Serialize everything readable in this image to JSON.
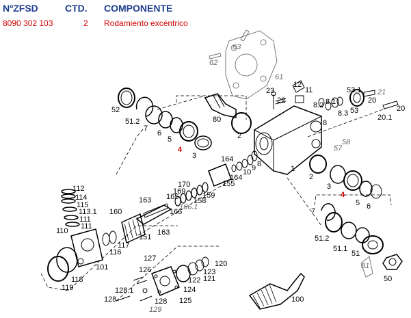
{
  "header": {
    "col_part": "NºZFSD",
    "col_qty": "CTD.",
    "col_name": "COMPONENTE"
  },
  "row": {
    "part": "8090 302 103",
    "qty": "2",
    "name": "Rodamiento excéntrico"
  },
  "callouts": {
    "c52": "52",
    "c51_2a": "51.2",
    "c7a": "7",
    "c6a": "6",
    "c5a": "5",
    "c4a": "4",
    "c3a": "3",
    "c80": "80",
    "c2a": "2",
    "c62": "62",
    "c63": "63",
    "c61": "61",
    "c23": "23",
    "c22": "22",
    "c12": "12",
    "c11": "11",
    "c53_1": "53.1",
    "c21": "21",
    "c8_2": "8.2",
    "c8_1": "8.1",
    "c8_3": "8.3",
    "c53": "53",
    "c20a": "20",
    "c20b": "20",
    "c20_1": "20.1",
    "c8a": "8",
    "c57": "57",
    "c58": "58",
    "c1": "1",
    "c164a": "164",
    "c8b": "8",
    "c9": "9",
    "c10": "10",
    "c164b": "164",
    "c155": "155",
    "c112": "112",
    "c114": "114",
    "c115": "115",
    "c113_1": "113.1",
    "c111a": "111",
    "c111b": "111",
    "c170": "170",
    "c169": "169",
    "c165": "165",
    "c159": "159",
    "c158": "158",
    "c166_1": "166.1",
    "c163a": "163",
    "c160": "160",
    "c166": "166",
    "c151": "151",
    "c163b": "163",
    "c110": "110",
    "c117": "117",
    "c116": "116",
    "c101": "101",
    "c118": "118",
    "c119": "119",
    "c2b": "2",
    "c3b": "3",
    "c4b": "4",
    "c5b": "5",
    "c6b": "6",
    "c7b": "7",
    "c51_2b": "51.2",
    "c51_1": "51.1",
    "c51": "51",
    "c81": "81",
    "c50": "50",
    "c127": "127",
    "c126": "126",
    "c128_1": "128.1",
    "c128a": "128",
    "c128b": "128",
    "c129": "129",
    "c125": "125",
    "c124": "124",
    "c122": "122",
    "c121": "121",
    "c123": "123",
    "c120": "120",
    "c100": "100"
  }
}
